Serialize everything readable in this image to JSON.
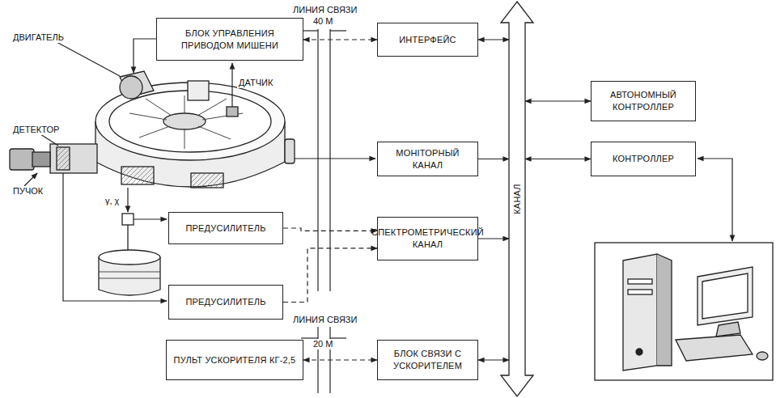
{
  "diagram": {
    "nodes": [
      {
        "text": [
          "БЛОК УПРАВЛЕНИЯ ПРИВОДОМ МИШЕНИ"
        ]
      },
      {
        "text": [
          "ИНТЕРФЕЙС"
        ]
      },
      {
        "text": [
          "АВТОНОМНЫЙ КОНТРОЛЛЕР"
        ]
      },
      {
        "text": [
          "МОНIТОРНЫЙ КАНАЛ"
        ]
      },
      {
        "text": [
          "КОНТРОЛЛЕР"
        ]
      },
      {
        "text": [
          "СПЕКТРОМЕТРИЧЕСКИЙ КАНАЛ"
        ]
      },
      {
        "text": [
          "ПРЕДУСИЛИТЕЛЬ"
        ]
      },
      {
        "text": [
          "ПРЕДУСИЛИТЕЛЬ"
        ]
      },
      {
        "text": [
          "ПУЛЬТ УСКОРИТЕЛЯ КГ-2,5"
        ]
      },
      {
        "text": [
          "БЛОК СВЯЗИ С УСКОРИТЕЛЕМ"
        ]
      },
      {
        "text": [
          "КАНАЛ"
        ]
      }
    ],
    "edges": [
      {
        "from": 0,
        "to": 1,
        "arrow": "both"
      },
      {
        "from": 1,
        "to": 10,
        "arrow": "both"
      },
      {
        "from": 3,
        "to": 10,
        "arrow": "to"
      },
      {
        "from": 5,
        "to": 10,
        "arrow": "to"
      },
      {
        "from": 9,
        "to": 10,
        "arrow": "both"
      },
      {
        "from": 10,
        "to": 2,
        "arrow": "both"
      },
      {
        "from": 10,
        "to": 4,
        "arrow": "both"
      },
      {
        "from": 6,
        "to": 5,
        "arrow": "to"
      },
      {
        "from": 7,
        "to": 5,
        "arrow": "to"
      },
      {
        "from": 8,
        "to": 9,
        "arrow": "both"
      }
    ],
    "labels": [
      "ЛИНИЯ СВЯЗИ",
      "40 М",
      "ЛИНИЯ СВЯЗИ",
      "20 М",
      "ДВИГАТЕЛЬ",
      "ДАТЧИК",
      "ДЕТЕКТОР",
      "ПУЧОК",
      "γ, χ"
    ]
  }
}
